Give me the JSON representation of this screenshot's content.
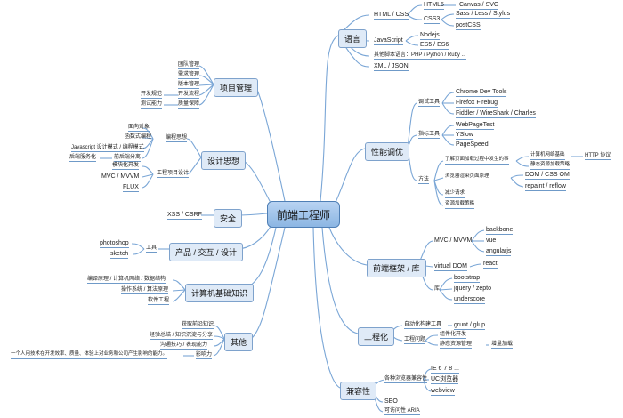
{
  "root": "前端工程师",
  "right": {
    "lang": {
      "label": "语言",
      "html_css": "HTML / CSS",
      "html5": "HTML5",
      "canvas_svg": "Canvas / SVG",
      "css3": "CSS3",
      "sass": "Sass / Less / Stylus",
      "postcss": "postCSS",
      "javascript": "JavaScript",
      "nodejs": "Nodejs",
      "es": "ES5 / ES6",
      "other_script": "其他脚本语言：PHP / Python / Ruby ...",
      "xml_json": "XML / JSON"
    },
    "perf": {
      "label": "性能调优",
      "debug_tools": "调试工具",
      "chrome_dev": "Chrome Dev Tools",
      "firefox": "Firefox Firebug",
      "fiddler": "Fiddler / WireShark / Charles",
      "metric_tools": "指标工具",
      "webpagetest": "WebPageTest",
      "yslow": "YSlow",
      "pagespeed": "PageSpeed",
      "methods": "方法",
      "understand_page": "了解页面加载过程中发生的事",
      "network": "计算机网络基础",
      "http": "HTTP 协议",
      "static_load": "静态资源加载策略",
      "browser_render": "浏览器渲染页面原理",
      "dom_css": "DOM / CSS OM",
      "repaint": "repaint / reflow",
      "reduce_req": "减少请求",
      "resource_load": "资源加载策略"
    },
    "fw": {
      "label": "前端框架 / 库",
      "mvc": "MVC / MVVM",
      "backbone": "backbone",
      "vue": "vue",
      "angular": "angularjs",
      "vdom": "virtual DOM",
      "react": "react",
      "lib": "库",
      "bootstrap": "bootstrap",
      "jquery": "jquery / zepto",
      "underscore": "underscore"
    },
    "eng": {
      "label": "工程化",
      "auto_build": "自动化构建工具",
      "grunt": "grunt / glup",
      "eng_problem": "工程问题",
      "component": "组件化开发",
      "static_mgmt": "静态资源管理",
      "incremental": "增量加载"
    },
    "compat": {
      "label": "兼容性",
      "browser_compat": "各种浏览器兼容性",
      "ie": "IE 6 7 8 ...",
      "uc": "UC浏览器",
      "webview": "webview",
      "seo": "SEO",
      "aria": "可访问性 ARIA"
    }
  },
  "left": {
    "pm": {
      "label": "项目管理",
      "team": "团队管理",
      "req": "需求管理",
      "ver": "版本管理",
      "flow": "开发流程",
      "spec": "开发规范",
      "qa": "质量保障",
      "test": "测试能力"
    },
    "design": {
      "label": "设计思想",
      "prog": "编程思想",
      "oop": "面向对象",
      "fp": "函数式编程",
      "js_design": "Javascript 设计模式 / 编程模式",
      "fe_split": "前后端分离",
      "backend_first": "后端服务化",
      "arch": "工程项目设计",
      "modular": "模块化开发",
      "mvc": "MVC / MVVM",
      "flux": "FLUX"
    },
    "sec": {
      "label": "安全",
      "xss": "XSS / CSRF"
    },
    "product": {
      "label": "产品 / 交互 / 设计",
      "tools": "工具",
      "photoshop": "photoshop",
      "sketch": "sketch"
    },
    "cs": {
      "label": "计算机基础知识",
      "basics": "编译原理 / 计算机网络 / 数据结构",
      "os": "操作系统 / 算法原理",
      "se": "软件工程"
    },
    "other": {
      "label": "其他",
      "learn": "获取前沿知识",
      "summary": "经验总结 / 知识沉淀与分享",
      "comm": "沟通技巧 / 表现能力",
      "impact": "影响力",
      "impact_desc": "一个人用技术在开发效率、质量、体验上对业务和公司产生影响的能力。"
    }
  },
  "colors": {
    "link": "#7aa6d6",
    "box_fill": "#dfeaf7",
    "box_border": "#7ea2cc"
  }
}
